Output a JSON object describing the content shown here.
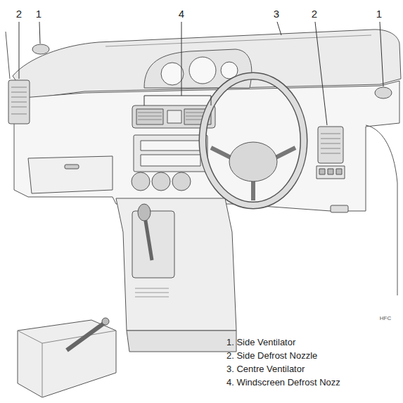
{
  "diagram": {
    "labels": [
      "2",
      "1",
      "4",
      "3",
      "2",
      "1",
      "HFC",
      "1. Side Ventilator",
      "2. Side Defrost Nozzle",
      "3. Centre Ventilator",
      "4. Windscreen Defrost Nozz"
    ]
  }
}
